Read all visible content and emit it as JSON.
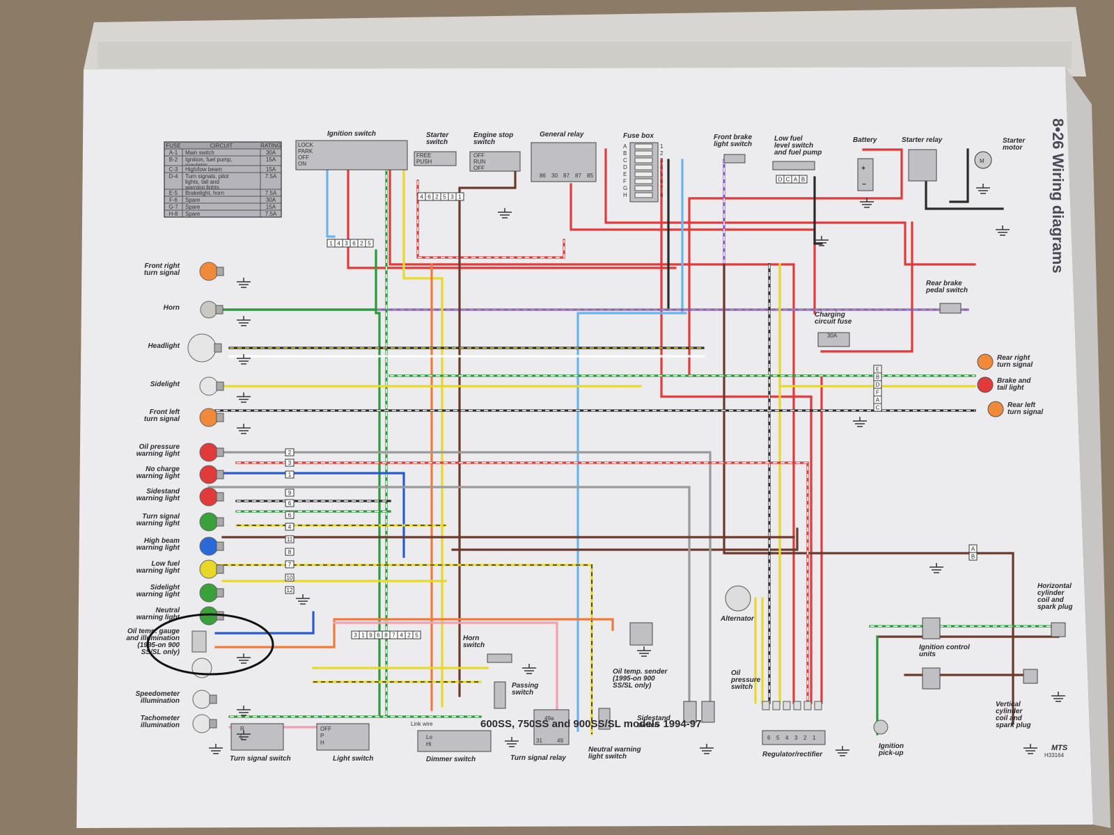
{
  "page": {
    "header": "8•26 Wiring diagrams",
    "caption": "600SS, 750SS and 900SS/SL models 1994-97",
    "code_top": "MTS",
    "code_bottom": "H33164"
  },
  "fuse_table": {
    "headers": [
      "FUSE",
      "CIRCUIT",
      "RATING"
    ],
    "rows": [
      {
        "fuse": "A-1",
        "circuit": [
          "Main switch"
        ],
        "rating": "30A"
      },
      {
        "fuse": "B-2",
        "circuit": [
          "Ignition, fuel pump,",
          "regulator"
        ],
        "rating": "15A"
      },
      {
        "fuse": "C-3",
        "circuit": [
          "High/low beam"
        ],
        "rating": "15A"
      },
      {
        "fuse": "D-4",
        "circuit": [
          "Turn signals, pilot",
          "lights, tail and",
          "warning lights"
        ],
        "rating": "7.5A"
      },
      {
        "fuse": "E-5",
        "circuit": [
          "Brakelight, horn"
        ],
        "rating": "7.5A"
      },
      {
        "fuse": "F-6",
        "circuit": [
          "Spare"
        ],
        "rating": "30A"
      },
      {
        "fuse": "G-7",
        "circuit": [
          "Spare"
        ],
        "rating": "15A"
      },
      {
        "fuse": "H-8",
        "circuit": [
          "Spare"
        ],
        "rating": "7.5A"
      }
    ]
  },
  "switch_positions": {
    "ignition": [
      "LOCK",
      "PARK",
      "OFF",
      "ON"
    ],
    "starter": [
      "FREE",
      "PUSH"
    ],
    "engine_stop": [
      "OFF",
      "RUN",
      "OFF"
    ],
    "turn": [
      "R",
      "L"
    ],
    "light": [
      "OFF",
      "P",
      "H"
    ],
    "dimmer": [
      "Lo",
      "Hi"
    ],
    "dimmer_note": "Link wire"
  },
  "terminals": {
    "ignition_connector": [
      "1",
      "4",
      "3",
      "6",
      "2",
      "5"
    ],
    "starter_connector": [
      "4",
      "6",
      "2",
      "5",
      "3",
      "1"
    ],
    "relay_pins": [
      "86",
      "30",
      "87",
      "87",
      "85"
    ],
    "fuse_letters": [
      "A",
      "B",
      "C",
      "D",
      "E",
      "F",
      "G",
      "H"
    ],
    "fuse_numbers": [
      "1",
      "2",
      "3",
      "4",
      "5",
      "6",
      "7",
      "8"
    ],
    "fuel_pump_connector": [
      "D",
      "C",
      "A",
      "B"
    ],
    "warning_pins": [
      "2",
      "3",
      "1",
      "9",
      "6",
      "6",
      "4",
      "11",
      "8",
      "7",
      "10",
      "12"
    ],
    "dash_connector": [
      "3",
      "1",
      "9",
      "6",
      "8",
      "7",
      "4",
      "2",
      "5"
    ],
    "rear_connector": [
      "E",
      "B",
      "D",
      "F",
      "A",
      "C"
    ],
    "ab_connector": [
      "A",
      "B"
    ],
    "turn_relay_pins": [
      "49a",
      "31",
      "49"
    ],
    "regulator_pins": [
      "6",
      "5",
      "4",
      "3",
      "2",
      "1"
    ],
    "charging_fuse": "30A"
  },
  "labels": {
    "ignition_switch": "Ignition switch",
    "starter_switch": [
      "Starter",
      "switch"
    ],
    "engine_stop_switch": [
      "Engine stop",
      "switch"
    ],
    "general_relay": "General relay",
    "fuse_box": "Fuse box",
    "front_brake": [
      "Front brake",
      "light switch"
    ],
    "low_fuel": [
      "Low fuel",
      "level switch",
      "and fuel pump"
    ],
    "battery": "Battery",
    "starter_relay": "Starter relay",
    "starter_motor": [
      "Starter",
      "motor"
    ],
    "rear_brake": [
      "Rear brake",
      "pedal switch"
    ],
    "charging_fuse": [
      "Charging",
      "circuit fuse"
    ],
    "rear_right": [
      "Rear right",
      "turn signal"
    ],
    "brake_tail": [
      "Brake and",
      "tail light"
    ],
    "rear_left": [
      "Rear left",
      "turn signal"
    ],
    "alternator": "Alternator",
    "horizontal_coil": [
      "Horizontal",
      "cylinder",
      "coil and",
      "spark plug"
    ],
    "ignition_control": [
      "Ignition control",
      "units"
    ],
    "vertical_coil": [
      "Vertical",
      "cylinder",
      "coil and",
      "spark plug"
    ],
    "ignition_pickup": [
      "Ignition",
      "pick-up"
    ],
    "regulator": "Regulator/rectifier",
    "oil_pressure_switch": [
      "Oil",
      "pressure",
      "switch"
    ],
    "sidestand_switch": [
      "Sidestand",
      "switch"
    ],
    "neutral_switch": [
      "Neutral warning",
      "light switch"
    ],
    "oil_temp_sender": [
      "Oil temp. sender",
      "(1995-on 900",
      "SS/SL only)"
    ],
    "horn_switch": [
      "Horn",
      "switch"
    ],
    "passing_switch": [
      "Passing",
      "switch"
    ],
    "turn_signal_switch": "Turn signal switch",
    "light_switch": "Light switch",
    "dimmer_switch": "Dimmer switch",
    "turn_signal_relay": "Turn signal relay"
  },
  "left_components": [
    {
      "label": [
        "Front right",
        "turn signal"
      ],
      "color": "#f08a3a"
    },
    {
      "label": [
        "Horn"
      ],
      "color": "#c9c9c4"
    },
    {
      "label": [
        "Headlight"
      ],
      "color": "#e6e6e6"
    },
    {
      "label": [
        "Sidelight"
      ],
      "color": "#e6e6e6"
    },
    {
      "label": [
        "Front left",
        "turn signal"
      ],
      "color": "#f08a3a"
    },
    {
      "label": [
        "Oil pressure",
        "warning light"
      ],
      "color": "#e03a3a"
    },
    {
      "label": [
        "No charge",
        "warning light"
      ],
      "color": "#e03a3a"
    },
    {
      "label": [
        "Sidestand",
        "warning light"
      ],
      "color": "#e03a3a"
    },
    {
      "label": [
        "Turn signal",
        "warning light"
      ],
      "color": "#3aa03a"
    },
    {
      "label": [
        "High beam",
        "warning light"
      ],
      "color": "#2a6ad8"
    },
    {
      "label": [
        "Low fuel",
        "warning light"
      ],
      "color": "#e8d82a"
    },
    {
      "label": [
        "Sidelight",
        "warning light"
      ],
      "color": "#3aa03a"
    },
    {
      "label": [
        "Neutral",
        "warning light"
      ],
      "color": "#3aa03a"
    },
    {
      "label": [
        "Oil temp. gauge",
        "and illumination",
        "(1995-on 900",
        "SS/SL only)"
      ],
      "color": "#e6e6e6"
    },
    {
      "label": [
        "Speedometer",
        "illumination"
      ],
      "color": "#e6e6e6"
    },
    {
      "label": [
        "Tachometer",
        "illumination"
      ],
      "color": "#e6e6e6"
    }
  ],
  "wire_colors": {
    "red": "#e03a3a",
    "black": "#2a2a2a",
    "brown": "#6b3a2a",
    "green": "#2a9a3a",
    "yellow": "#e8d82a",
    "blue": "#2a5ad0",
    "lightblue": "#6ab4ee",
    "orange": "#f07a3a",
    "violet": "#8a5ac0",
    "grey": "#9a9a9a",
    "pink": "#f0a0b0",
    "white": "#ffffff"
  }
}
